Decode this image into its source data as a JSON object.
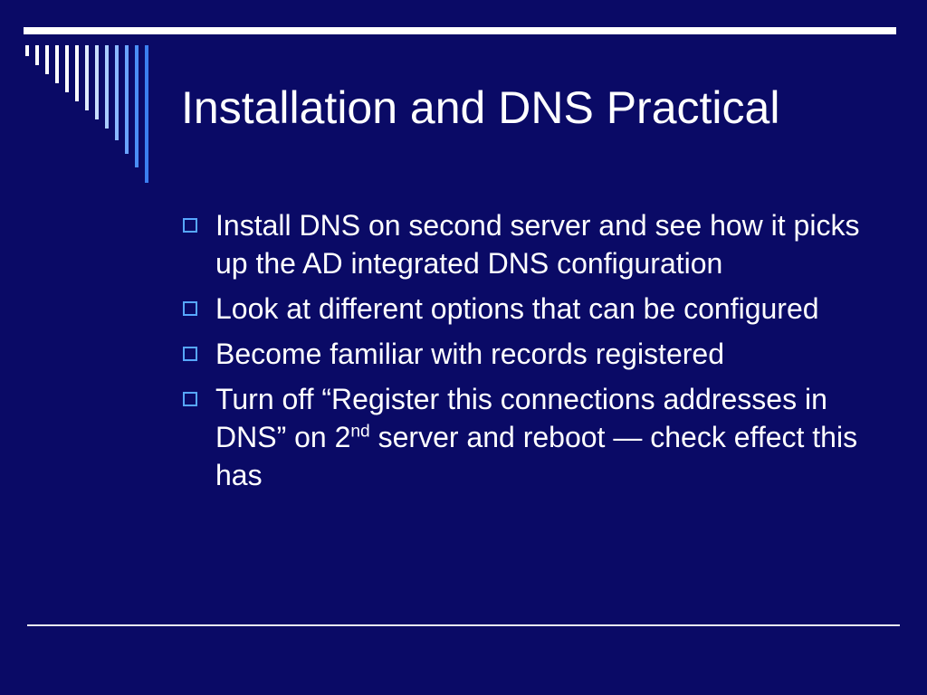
{
  "slide": {
    "title": "Installation and DNS Practical",
    "bullets": [
      {
        "text": "Install DNS on second server and see how it picks up the AD integrated DNS configuration"
      },
      {
        "text": "Look at different options that can be configured"
      },
      {
        "text": "Become familiar with records registered"
      },
      {
        "text_before": "Turn off “Register this connections addresses in DNS” on 2",
        "superscript": "nd",
        "text_after": " server and reboot — check effect this has"
      }
    ]
  },
  "colors": {
    "background": "#0a0a66",
    "title_text": "#ffffff",
    "body_text": "#ffffff",
    "bullet_marker": "#57a7ff",
    "rule": "#ffffff"
  },
  "icons": {
    "bullet_marker": "hollow-square-icon"
  }
}
